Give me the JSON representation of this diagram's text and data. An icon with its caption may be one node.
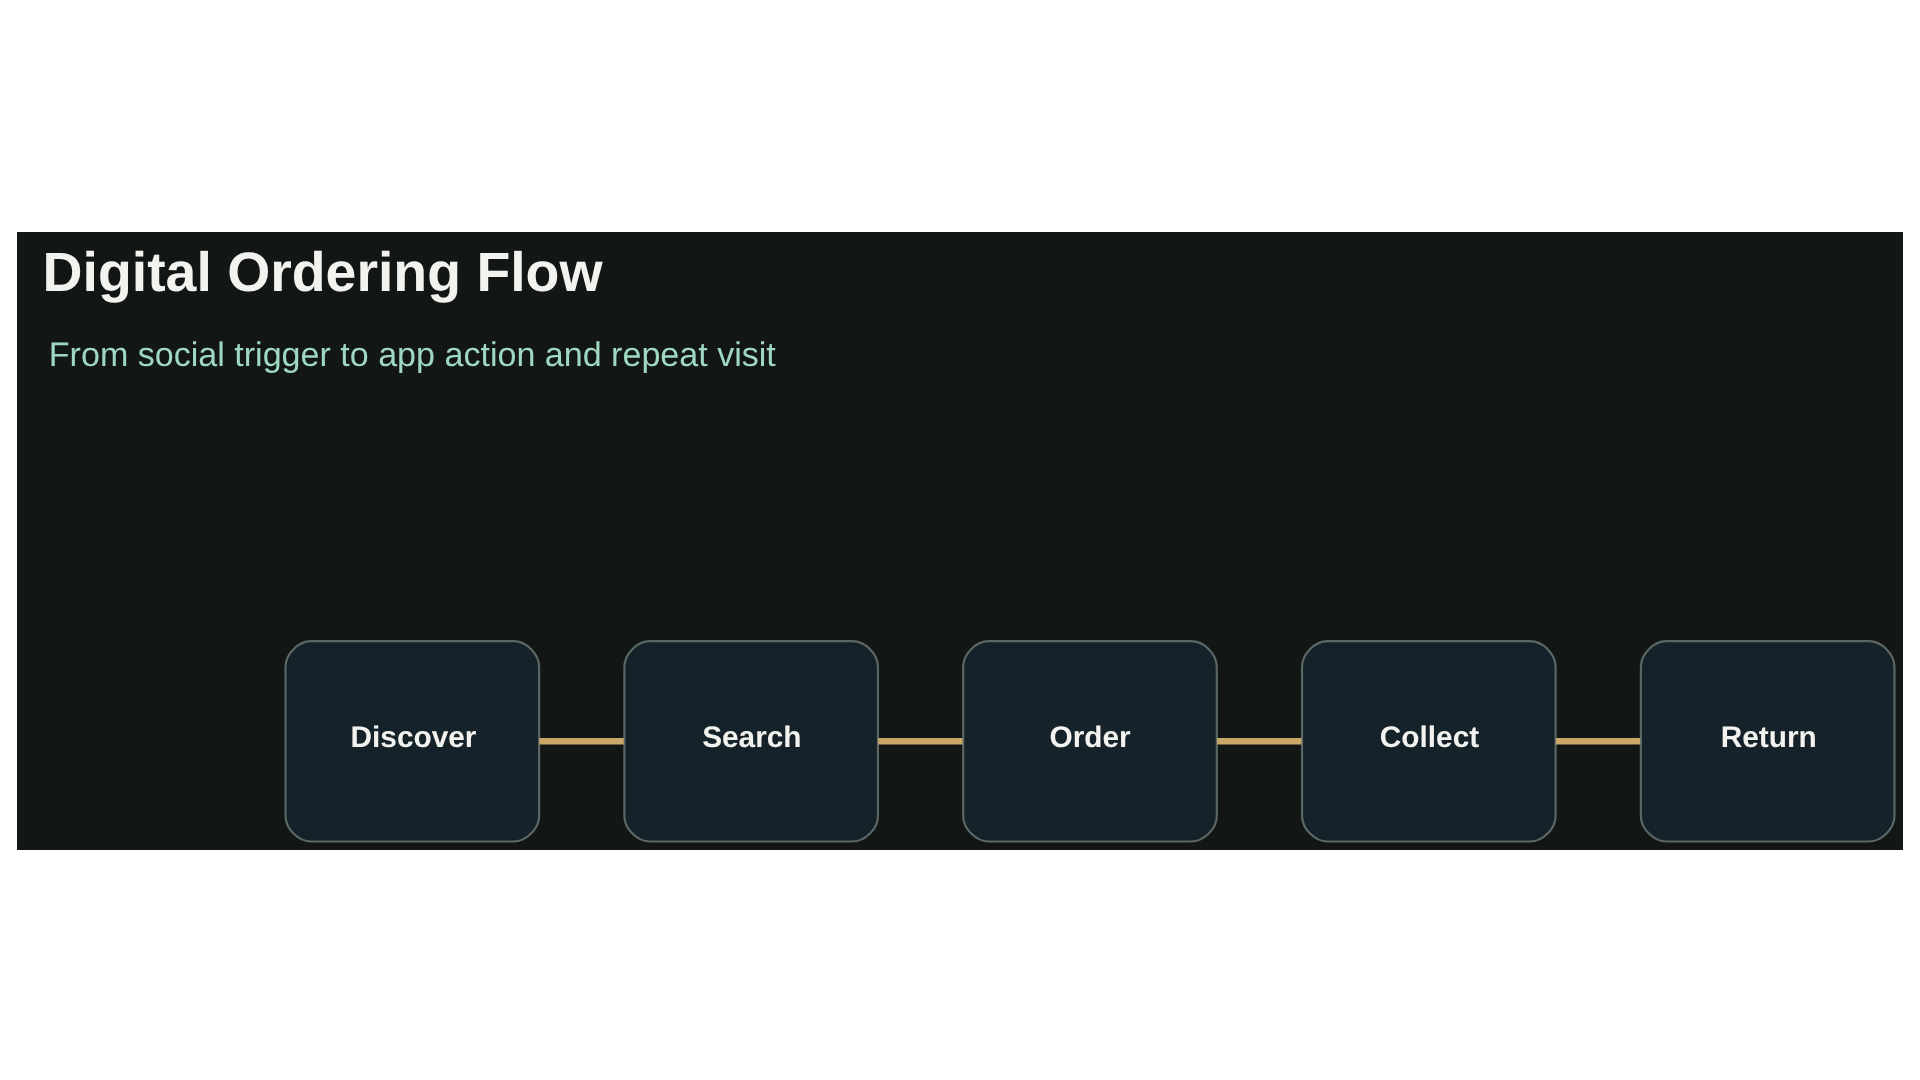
{
  "diagram": {
    "title": "Digital Ordering Flow",
    "nodes": [
      {
        "text": [
          "Discover"
        ]
      },
      {
        "text": [
          "Search"
        ]
      },
      {
        "text": [
          "Order"
        ]
      },
      {
        "text": [
          "Collect"
        ]
      },
      {
        "text": [
          "Return"
        ]
      }
    ],
    "edges": [
      {
        "from": 0,
        "to": 1,
        "arrow": "none"
      },
      {
        "from": 1,
        "to": 2,
        "arrow": "none"
      },
      {
        "from": 2,
        "to": 3,
        "arrow": "none"
      },
      {
        "from": 3,
        "to": 4,
        "arrow": "none"
      }
    ],
    "labels": [
      "From social trigger to app action and repeat visit"
    ]
  }
}
